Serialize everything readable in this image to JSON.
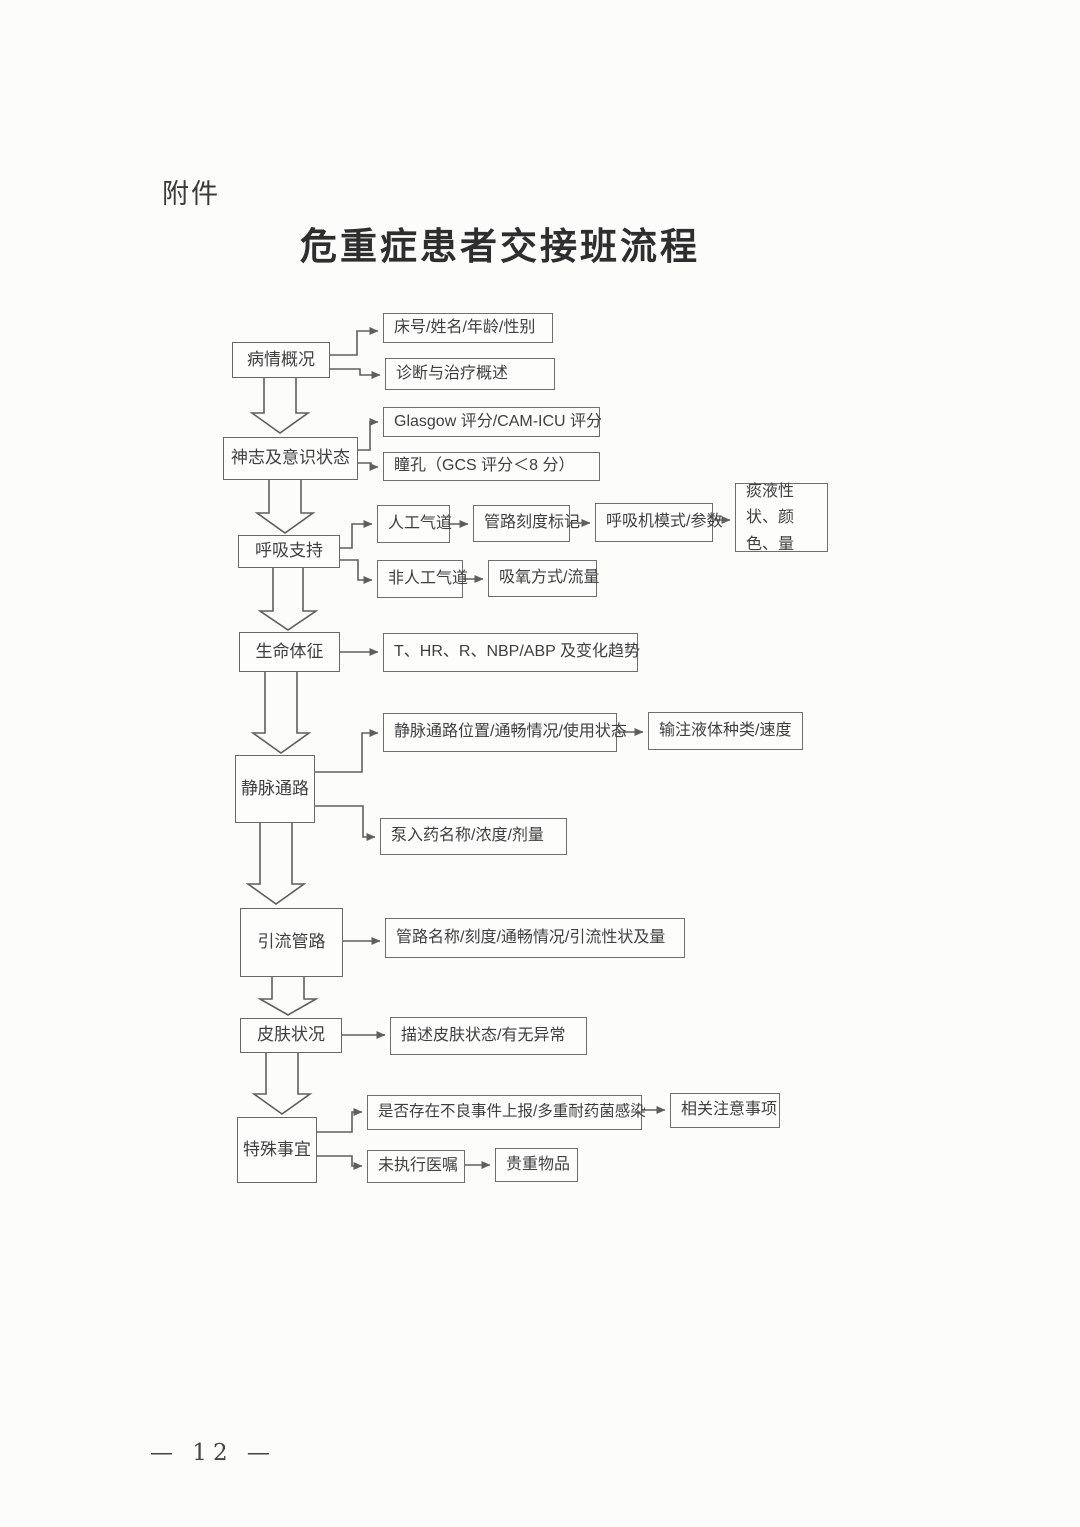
{
  "document": {
    "attachment_label": "附件",
    "title": "危重症患者交接班流程",
    "page_number": "— 12 —"
  },
  "flowchart": {
    "main_nodes": {
      "condition": "病情概况",
      "consciousness": "神志及意识状态",
      "respiration": "呼吸支持",
      "vitals": "生命体征",
      "venous": "静脉通路",
      "drainage": "引流管路",
      "skin": "皮肤状况",
      "special": "特殊事宜"
    },
    "detail_nodes": {
      "bed_info": "床号/姓名/年龄/性别",
      "diagnosis_summary": "诊断与治疗概述",
      "glasgow": "Glasgow 评分/CAM-ICU 评分",
      "pupil": "瞳孔（GCS 评分＜8 分）",
      "artificial_airway": "人工气道",
      "tube_scale_mark": "管路刻度标记",
      "ventilator_mode": "呼吸机模式/参数",
      "sputum": "痰液性状、颜色、量",
      "non_artificial_airway": "非人工气道",
      "oxygen_method": "吸氧方式/流量",
      "vitals_trend": "T、HR、R、NBP/ABP 及变化趋势",
      "venous_status": "静脉通路位置/通畅情况/使用状态",
      "infusion_type": "输注液体种类/速度",
      "pump_drug": "泵入药名称/浓度/剂量",
      "drainage_detail": "管路名称/刻度/通畅情况/引流性状及量",
      "skin_detail": "描述皮肤状态/有无异常",
      "adverse_event": "是否存在不良事件上报/多重耐药菌感染",
      "related_notes": "相关注意事项",
      "unexecuted_orders": "未执行医嘱",
      "valuables": "贵重物品"
    }
  }
}
